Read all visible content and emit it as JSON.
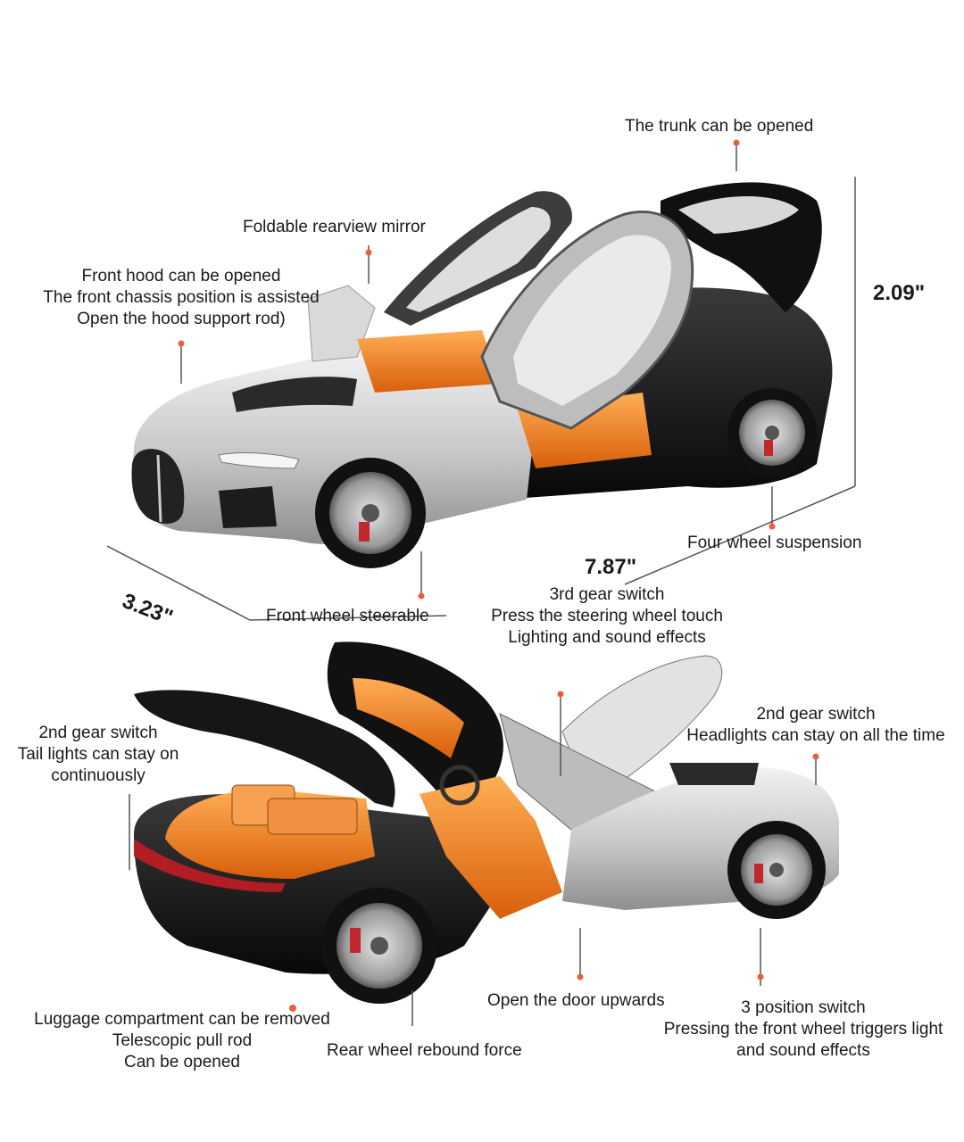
{
  "colors": {
    "body_silver": "#c9c9c9",
    "body_black": "#151515",
    "interior_orange": "#f07a1a",
    "callout_dot": "#e8603a",
    "text": "#1a1a1a"
  },
  "top_car": {
    "labels": {
      "trunk": "The trunk can be opened",
      "mirror": "Foldable rearview mirror",
      "hood_1": "Front hood can be opened",
      "hood_2": "The front chassis position is assisted",
      "hood_3": "Open the hood support rod)",
      "suspension": "Four wheel suspension",
      "steerable": "Front wheel steerable",
      "gear3_1": "3rd gear switch",
      "gear3_2": "Press the steering wheel touch",
      "gear3_3": "Lighting and sound effects"
    },
    "dimensions": {
      "height": "2.09\"",
      "length": "7.87\"",
      "width": "3.23\""
    }
  },
  "bottom_car": {
    "labels": {
      "tail_1": "2nd gear switch",
      "tail_2": "Tail lights can stay on",
      "tail_3": "continuously",
      "head_1": "2nd gear switch",
      "head_2": "Headlights can stay on all the time",
      "door": "Open the door upwards",
      "luggage_1": "Luggage compartment can be removed",
      "luggage_2": "Telescopic pull rod",
      "luggage_3": "Can be opened",
      "rebound": "Rear wheel rebound force",
      "switch3_1": "3 position switch",
      "switch3_2": "Pressing the front wheel triggers light",
      "switch3_3": "and sound effects"
    }
  }
}
